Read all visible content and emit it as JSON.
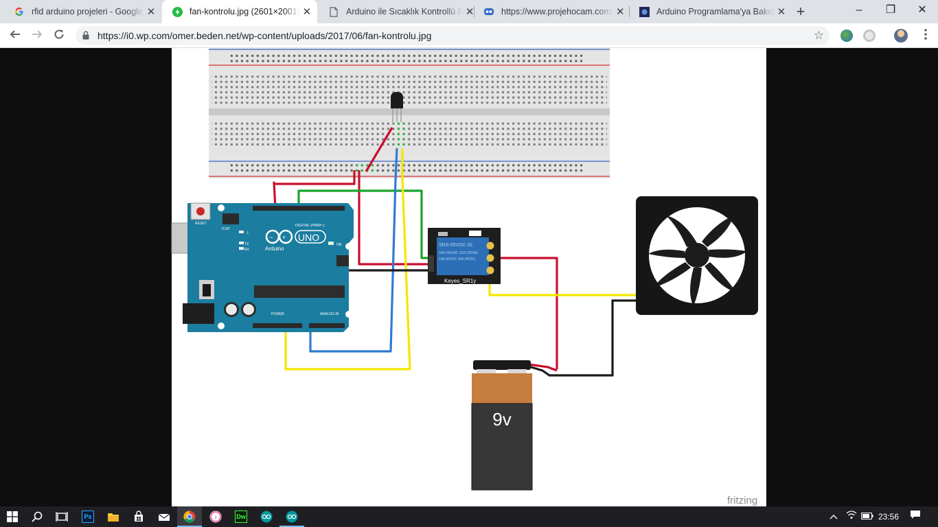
{
  "tabs": [
    {
      "title": "rfid arduino projeleri - Google",
      "icon": "google-icon",
      "active": false
    },
    {
      "title": "fan-kontrolu.jpg (2601×2001)",
      "icon": "bolt-icon",
      "active": true
    },
    {
      "title": "Arduino ile Sıcaklık Kontrollü F",
      "icon": "page-icon",
      "active": false
    },
    {
      "title": "https://www.projehocam.com/",
      "icon": "robot-icon",
      "active": false
    },
    {
      "title": "Arduino Programlama'ya Bakış",
      "icon": "site-icon",
      "active": false
    }
  ],
  "address_bar": {
    "url": "https://i0.wp.com/omer.beden.net/wp-content/uploads/2017/06/fan-kontrolu.jpg"
  },
  "diagram": {
    "board_labels": {
      "uno": "UNO",
      "arduino": "Arduino",
      "reset": "RESET",
      "icsp": "ICSP",
      "digital": "DIGITAL (PWM~)",
      "analog": "ANALOG IN",
      "power": "POWER",
      "on": "ON",
      "tx": "TX",
      "rx": "RX",
      "l": "L"
    },
    "relay_labels": {
      "model": "SRS-05VDC-SL",
      "line1": "10A 250VAC 10A 125VAC",
      "line2": "10A 30VDC 10A 28VDC",
      "brand": "Keyes_SR1y"
    },
    "battery_label": "9v",
    "watermark": "fritzing"
  },
  "taskbar": {
    "time": "23:56",
    "apps": [
      "windows-start",
      "search",
      "task-view",
      "photoshop",
      "file-explorer",
      "store",
      "mail",
      "chrome",
      "itunes",
      "dreamweaver",
      "arduino",
      "arduino"
    ]
  },
  "colors": {
    "wire_red": "#c8102e",
    "wire_green": "#1aa32a",
    "wire_blue": "#2f7bd1",
    "wire_yellow": "#f3e600",
    "wire_black": "#1a1a1a",
    "arduino_blue": "#1b7d9f",
    "relay_blue": "#2c6fb7",
    "battery_orange": "#c77d3d"
  }
}
